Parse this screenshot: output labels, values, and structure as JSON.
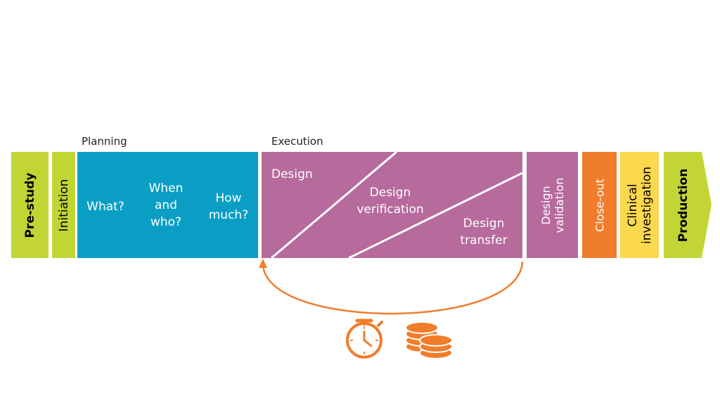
{
  "labels": {
    "planning": "Planning",
    "execution": "Execution"
  },
  "phases": {
    "pre_study": "Pre-study",
    "initiation": "Initiation",
    "planning_what": "What?",
    "planning_when": "When\nand\nwho?",
    "planning_how": "How\nmuch?",
    "design": "Design",
    "design_verification": "Design\nverification",
    "design_transfer": "Design\ntransfer",
    "design_validation": "Design\nvalidation",
    "close_out": "Close-out",
    "clinical_investigation": "Clinical\ninvestigation",
    "production": "Production"
  },
  "icons": {
    "time": "stopwatch-icon",
    "cost": "coins-icon"
  },
  "colors": {
    "green": "#c3d534",
    "blue": "#0a9ec5",
    "purple": "#b76a9c",
    "orange": "#f07d2b",
    "yellow": "#fbd84d"
  }
}
